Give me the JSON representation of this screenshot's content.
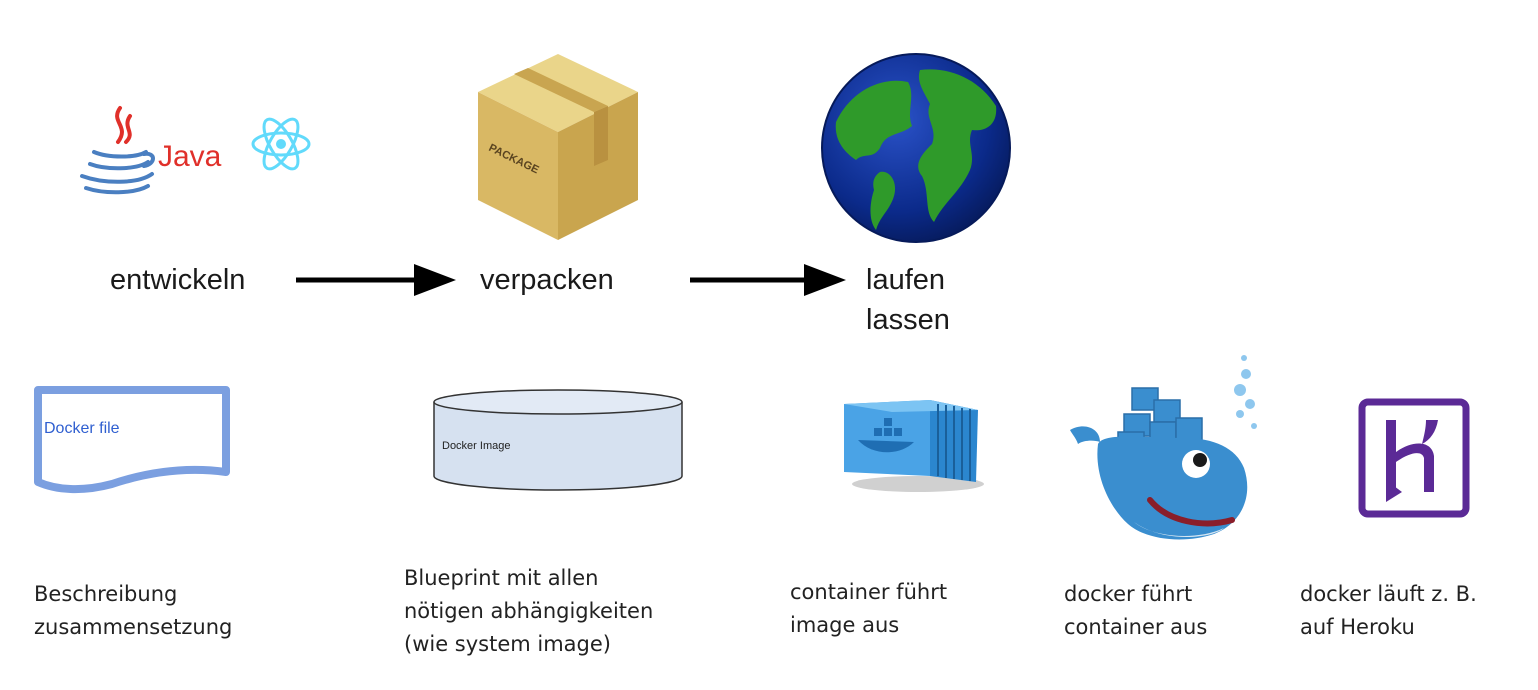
{
  "icons": {
    "java": "java-logo",
    "react": "react-logo",
    "package": "cardboard-package-box",
    "globe": "earth-globe",
    "container": "shipping-container-docker",
    "whale": "docker-whale",
    "heroku": "heroku-logo"
  },
  "logos": {
    "java_text": "Java",
    "package_text": "PACKAGE"
  },
  "steps": [
    {
      "label": "entwickeln"
    },
    {
      "label": "verpacken"
    },
    {
      "label": "laufen lassen"
    }
  ],
  "shapes": {
    "dockerfile_label": "Docker file",
    "docker_image_label": "Docker Image"
  },
  "descriptions": [
    {
      "text": "Beschreibung\nzusammensetzung"
    },
    {
      "text": "Blueprint mit allen\nnötigen abhängigkeiten\n(wie system image)"
    },
    {
      "text": "container führt\nimage aus"
    },
    {
      "text": "docker führt\ncontainer aus"
    },
    {
      "text": "docker läuft z. B.\nauf Heroku"
    }
  ],
  "colors": {
    "arrow": "#000000",
    "dockerfile_stroke": "#7b9fe0",
    "dockerfile_text": "#2f5fd0",
    "cylinder_fill": "#d6e1f0",
    "heroku": "#5b2a96",
    "globe_ocean": "#0b2a8a",
    "globe_land": "#2f9a2a",
    "java_red": "#e0302a",
    "java_blue": "#4a7fc1",
    "react": "#61dafb",
    "box": "#d9b864"
  }
}
